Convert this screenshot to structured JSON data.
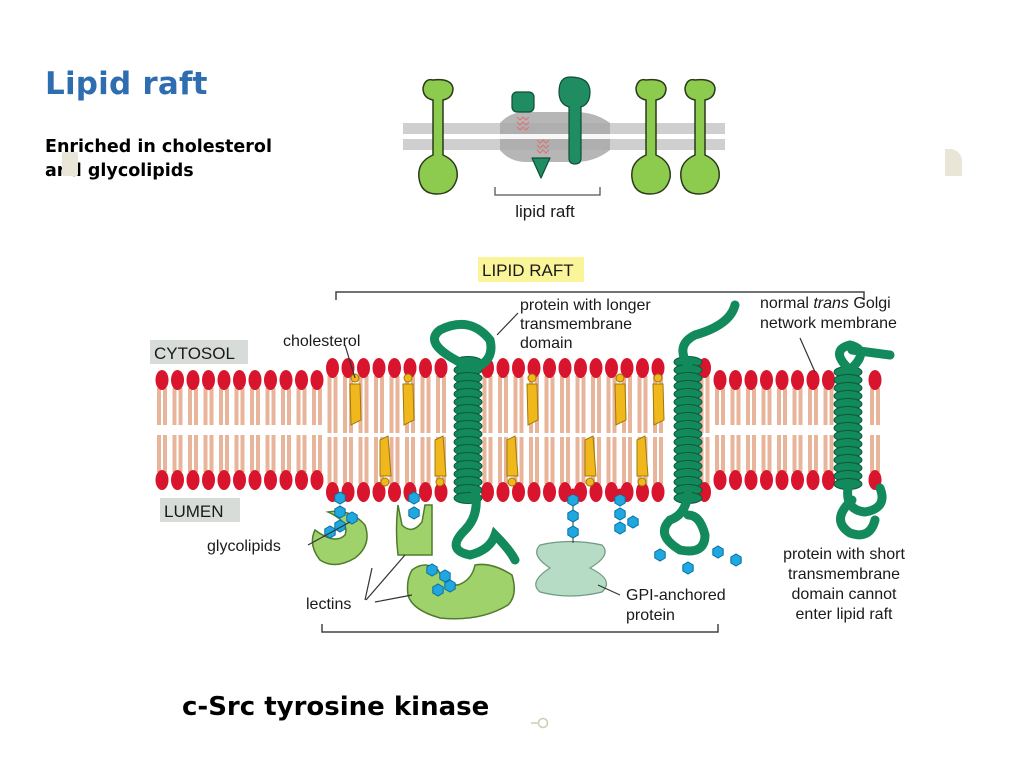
{
  "slide": {
    "title": "Lipid raft",
    "subtitle_line1": "Enriched in cholesterol",
    "subtitle_line2": "and glycolipids",
    "bottom_label": "c-Src tyrosine kinase"
  },
  "top_diagram": {
    "caption": "lipid raft",
    "colors": {
      "lipid_light_green": "#8ccb4e",
      "protein_dark_green": "#1f8c62",
      "membrane_gray": "#cfcfcf",
      "raft_gray": "#a9a9a9",
      "lipid_anchor_red": "#e07070"
    }
  },
  "main_diagram": {
    "raft_label": "LIPID RAFT",
    "cytosol_label": "CYTOSOL",
    "lumen_label": "LUMEN",
    "cholesterol_label": "cholesterol",
    "long_protein_label": [
      "protein with longer",
      "transmembrane",
      "domain"
    ],
    "golgi_label_pre": "normal ",
    "golgi_label_italic": "trans",
    "golgi_label_post": " Golgi",
    "golgi_label_line2": "network membrane",
    "glycolipids_label": "glycolipids",
    "lectins_label": "lectins",
    "gpi_label": [
      "GPI-anchored",
      "protein"
    ],
    "short_protein_label": [
      "protein with short",
      "transmembrane",
      "domain cannot",
      "enter lipid raft"
    ],
    "colors": {
      "head_red": "#d9142d",
      "tail_tan": "#e8b49a",
      "cholesterol_yellow": "#f0b81c",
      "protein_green": "#138a5c",
      "sugar_blue": "#1fa8e0",
      "lectin_green": "#9fd26a",
      "gpi_protein": "#b7dcc6",
      "raft_highlight": "#fbf59a",
      "label_bg": "#d8dcd8"
    }
  },
  "footer": {
    "icon": "link-circle-icon"
  }
}
